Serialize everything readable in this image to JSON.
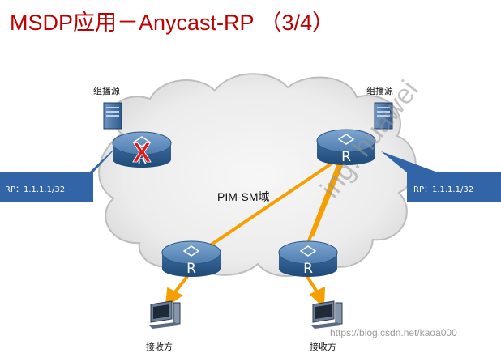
{
  "title": "MSDP应用－Anycast-RP （3/4）",
  "domain_label": "PIM-SM域",
  "sources": [
    {
      "label": "组播源"
    },
    {
      "label": "组播源"
    }
  ],
  "receivers": [
    {
      "label": "接收方"
    },
    {
      "label": "接收方"
    }
  ],
  "router_glyph": "R",
  "callouts": [
    {
      "text": "RP：1.1.1.1/32"
    },
    {
      "text": "RP：1.1.1.1/32"
    }
  ],
  "failed_mark": "X",
  "watermark": "ing. huawei",
  "watermark_url": "https://blog.csdn.net/kaoa000",
  "colors": {
    "title": "#c00000",
    "router": "#3f6ea3",
    "callout": "#3264a8",
    "link": "#f5a000",
    "fail_mark": "#e01818",
    "cloud": "#e4e4e4"
  },
  "icons": [
    "server-icon",
    "router-icon",
    "workstation-icon",
    "cloud-icon"
  ]
}
